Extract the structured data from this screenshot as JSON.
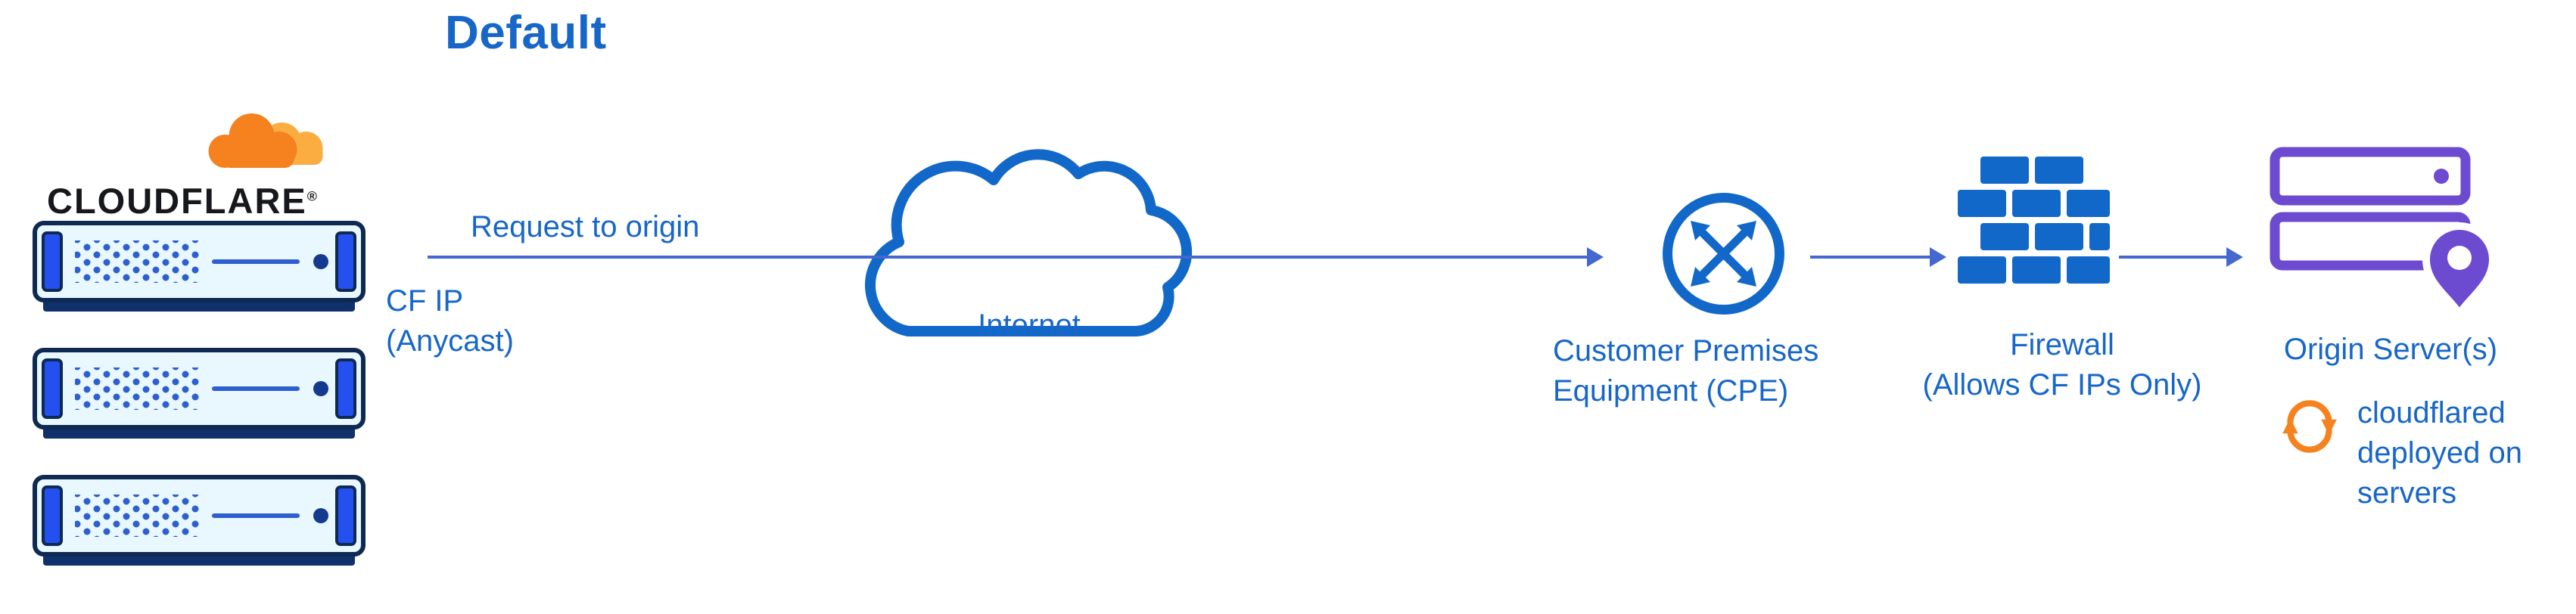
{
  "title": "Default",
  "cloudflare": {
    "wordmark": "CLOUDFLARE",
    "registered": "®",
    "ip_caption": "CF IP\n(Anycast)"
  },
  "labels": {
    "request": "Request to origin",
    "internet": "Internet",
    "cpe": "Customer Premises\nEquipment (CPE)",
    "firewall": "Firewall\n(Allows CF IPs Only)",
    "origin": "Origin Server(s)",
    "cloudflared": "cloudflared\ndeployed on\nservers"
  },
  "icons": [
    "cloudflare-logo-icon",
    "edge-server-icon",
    "internet-cloud-icon",
    "cpe-router-icon",
    "firewall-brick-icon",
    "origin-servers-icon",
    "location-pin-icon",
    "sync-arrows-icon",
    "arrowhead-icon"
  ],
  "colors": {
    "text_blue": "#1767c9",
    "line_blue": "#4468cf",
    "icon_blue": "#1268c9",
    "orange": "#F6821F",
    "orange_light": "#FBAD41",
    "purple": "#6d4bd1",
    "wordmark_black": "#17181c"
  }
}
